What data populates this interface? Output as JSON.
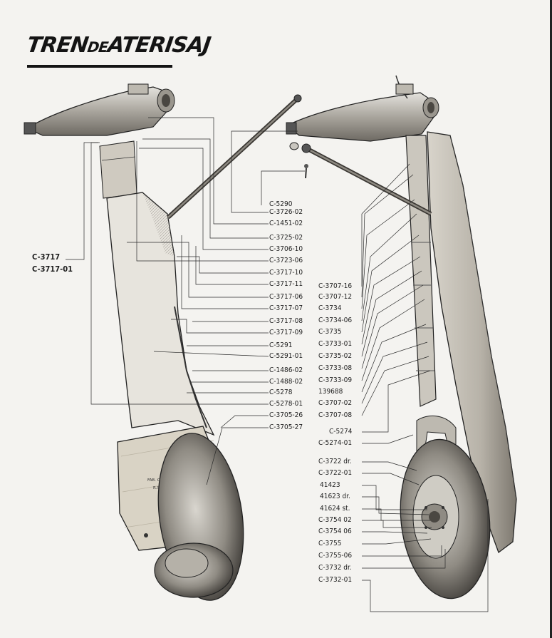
{
  "title": {
    "part1": "TREN",
    "part2": "DE",
    "part3": "ATERISAJ"
  },
  "left_labels": [
    "C-3717",
    "C-3717-01"
  ],
  "center_labels": [
    "C-5290",
    "C-3726-02",
    "C-1451-02",
    "C-3725-02",
    "C-3706-10",
    "C-3723-06",
    "C-3717-10",
    "C-3717-11",
    "C-3717-06",
    "C-3717-07",
    "C-3717-08",
    "C-3717-09",
    "C-5291",
    "C-5291-01",
    "C-1486-02",
    "C-1488-02",
    "C-5278",
    "C-5278-01",
    "C-3705-26",
    "C-3705-27"
  ],
  "right_labels": [
    "C-3707-16",
    "C-3707-12",
    "C-3734",
    "C-3734-06",
    "C-3735",
    "C-3733-01",
    "C-3735-02",
    "C-3733-08",
    "C-3733-09",
    "139688",
    "C-3707-02",
    "C-3707-08",
    "C-5274",
    "C-5274-01",
    "C-3722 dr.",
    "C-3722-01",
    "41423",
    "41623 dr.",
    "41624 st.",
    "C-3754 02",
    "C-3754 06",
    "C-3755",
    "C-3755-06",
    "C-3732 dr.",
    "C-3732-01"
  ],
  "stamp_text": [
    "FAB. CAUCIUCULUI",
    "R.S.R."
  ],
  "colors": {
    "paper": "#f4f3f0",
    "ink": "#1e1e1e",
    "metal": "#c9c6bf",
    "wood": "#d8d2c4"
  }
}
